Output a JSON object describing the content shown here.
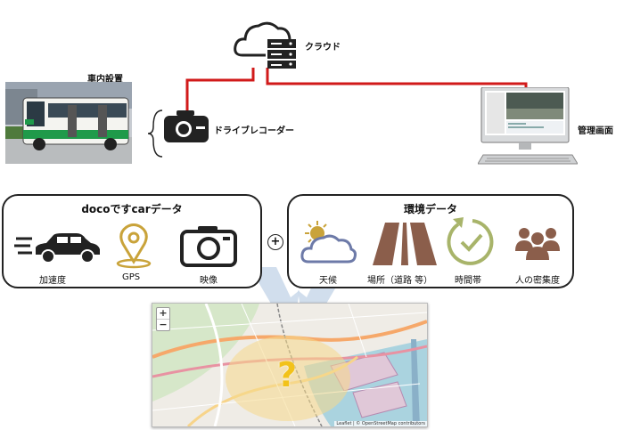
{
  "top": {
    "cloud_label": "クラウド",
    "bus_label": "車内設置",
    "recorder_label": "ドライブレコーダー",
    "monitor_label": "管理画面"
  },
  "left_panel": {
    "title": "docoですcarデータ",
    "items": [
      {
        "label": "加速度",
        "icon": "car-icon"
      },
      {
        "label": "GPS",
        "icon": "map-pin-icon"
      },
      {
        "label": "映像",
        "icon": "camera-icon"
      }
    ]
  },
  "plus": "+",
  "right_panel": {
    "title": "環境データ",
    "items": [
      {
        "label": "天候",
        "icon": "weather-icon"
      },
      {
        "label": "場所（道路 等）",
        "icon": "road-icon"
      },
      {
        "label": "時間帯",
        "icon": "clock-icon"
      },
      {
        "label": "人の密集度",
        "icon": "people-icon"
      }
    ]
  },
  "map": {
    "zoom_in": "+",
    "zoom_out": "−",
    "question_mark": "?",
    "attribution": "Leaflet | © OpenStreetMap contributors"
  },
  "colors": {
    "connector_red": "#d11a1a",
    "gps_gold": "#c9a33a",
    "road_brown": "#8b5e4b",
    "clock_green": "#a8b46a",
    "people_brown": "#8b5e4b",
    "weather_blue": "#6d7aa8",
    "question_yellow": "#f2c21a"
  }
}
